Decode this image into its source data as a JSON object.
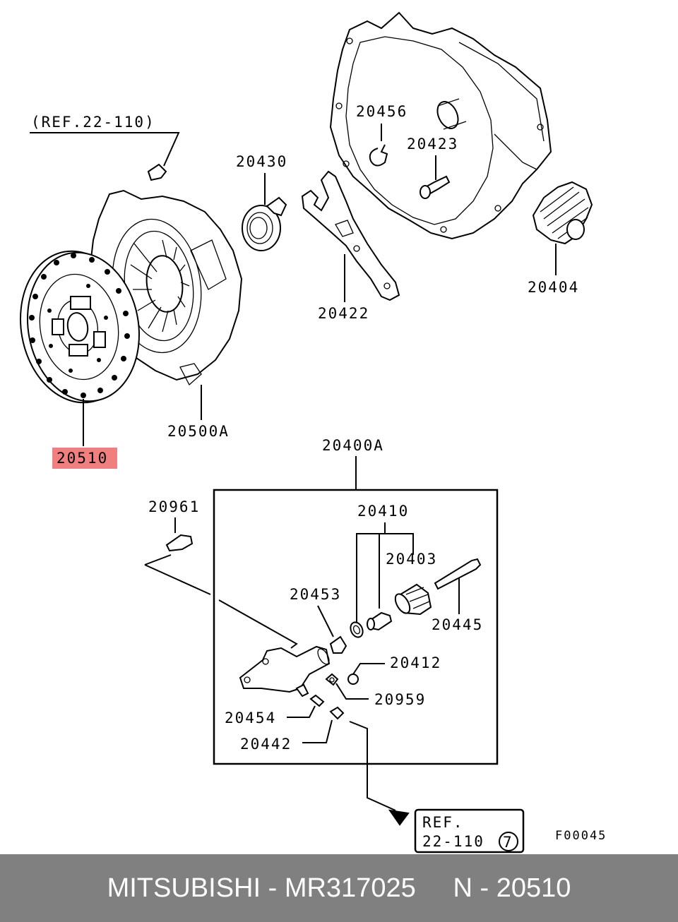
{
  "labels": {
    "ref_top": "(REF.22-110)",
    "p20456": "20456",
    "p20423": "20423",
    "p20430": "20430",
    "p20422": "20422",
    "p20404": "20404",
    "p20500A": "20500A",
    "p20510": "20510",
    "p20400A": "20400A",
    "p20961": "20961",
    "p20410": "20410",
    "p20403": "20403",
    "p20453": "20453",
    "p20445": "20445",
    "p20412": "20412",
    "p20959": "20959",
    "p20454": "20454",
    "p20442": "20442",
    "ref_box_line1": "REF.",
    "ref_box_line2": "22-110",
    "ref_box_circle": "7",
    "figure_code": "F00045"
  },
  "highlight": {
    "part": "20510",
    "color": "#f08080"
  },
  "footer": {
    "text": "MITSUBISHI - MR317025     N - 20510",
    "background": "#808080",
    "color": "#ffffff"
  }
}
